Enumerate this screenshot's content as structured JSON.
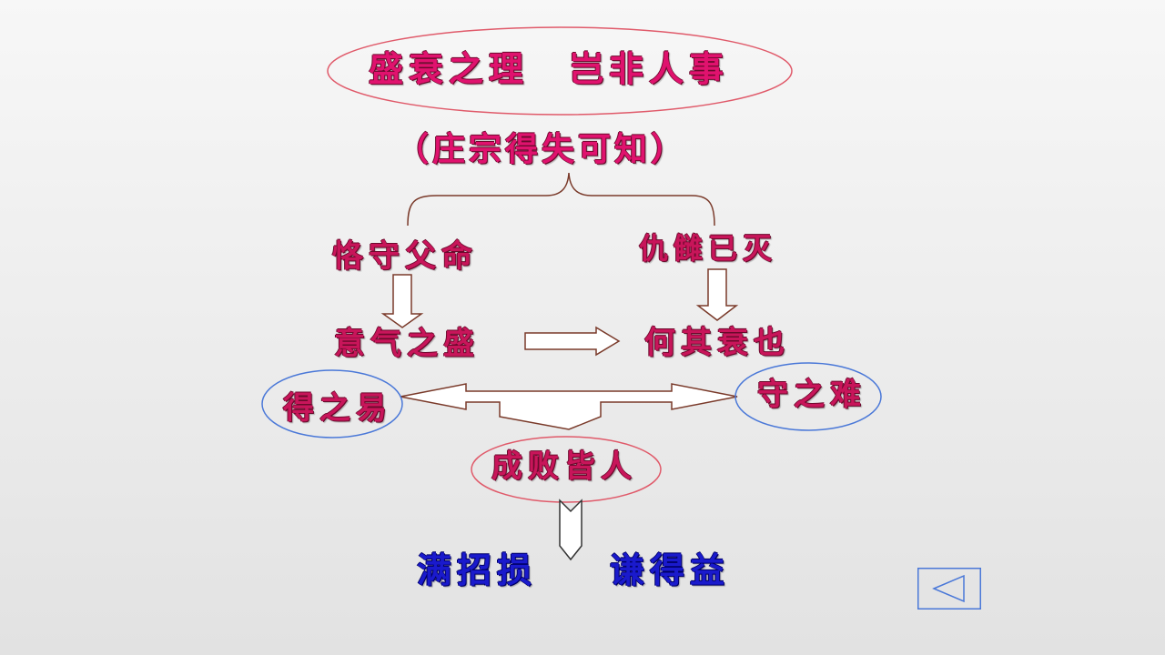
{
  "title": "盛衰之理　岂非人事",
  "subtitle": "（庄宗得失可知）",
  "left_cause": "恪守父命",
  "right_cause": "仇雠已灭",
  "left_state": "意气之盛",
  "right_state": "何其衰也",
  "left_oval": "得之易",
  "right_oval": "守之难",
  "center_oval": "成败皆人",
  "bottom_left": "满招损",
  "bottom_right": "谦得益",
  "colors": {
    "main_text": "#e0126e",
    "bottom_text": "#1a1acc",
    "red_oval": "#e05a6a",
    "blue_oval": "#4a78d8",
    "arrow_stroke": "#7a3a2a",
    "back_button": "#4a78d8"
  },
  "icons": {
    "back": "triangle-left-icon"
  }
}
